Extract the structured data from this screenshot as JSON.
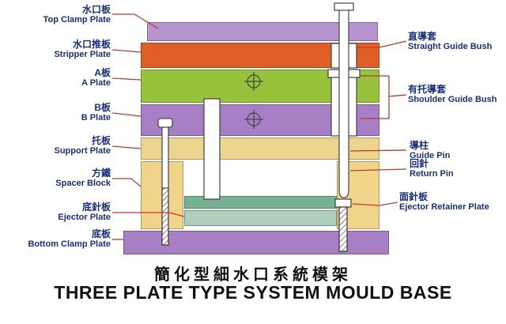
{
  "title": {
    "cn": "簡化型細水口系統模架",
    "en": "THREE PLATE TYPE SYSTEM MOULD BASE"
  },
  "labels_left": [
    {
      "cn": "水口板",
      "en": "Top Clamp Plate"
    },
    {
      "cn": "水口推板",
      "en": "Stripper Plate"
    },
    {
      "cn": "A板",
      "en": "A Plate"
    },
    {
      "cn": "B板",
      "en": "B Plate"
    },
    {
      "cn": "托板",
      "en": "Support Plate"
    },
    {
      "cn": "方鐵",
      "en": "Spacer Block"
    },
    {
      "cn": "底針板",
      "en": "Ejector Plate"
    },
    {
      "cn": "底板",
      "en": "Bottom Clamp Plate"
    }
  ],
  "labels_right": [
    {
      "cn": "直導套",
      "en": "Straight Guide Bush"
    },
    {
      "cn": "有托導套",
      "en": "Shoulder Guide Bush"
    },
    {
      "cn": "導柱",
      "en": "Guide Pin"
    },
    {
      "cn": "回針",
      "en": "Return Pin"
    },
    {
      "cn": "面針板",
      "en": "Ejector Retainer Plate"
    }
  ],
  "colors": {
    "top_clamp_plate": "#b795cf",
    "stripper_plate": "#e05f27",
    "a_plate": "#97c33c",
    "b_plate": "#a77fc4",
    "support_plate": "#eed58d",
    "spacer_block": "#f0d489",
    "ejector_retainer_plate": "#74b292",
    "ejector_plate": "#aecfb9",
    "bottom_clamp_plate": "#a77fc4",
    "label_text": "#16307c",
    "leader_line": "#c03a28",
    "part_outline": "#333333",
    "part_fill": "#ffffff",
    "crosshair": "#444444",
    "title_text": "#111111"
  }
}
